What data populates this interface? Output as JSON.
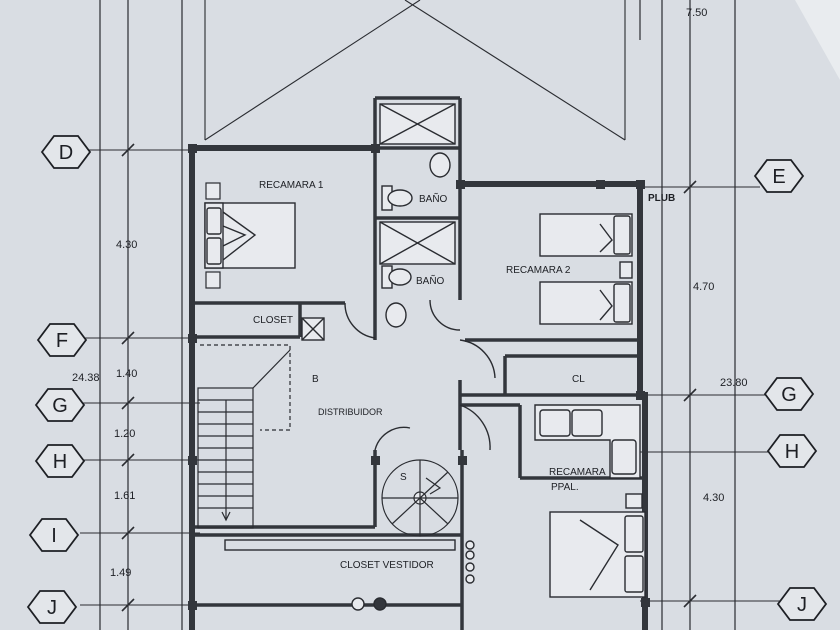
{
  "overall_dims": {
    "top_right": "7.50",
    "left": "24.38",
    "right": "23.80"
  },
  "left_dims": [
    "4.30",
    "1.40",
    "1.20",
    "1.61",
    "1.49"
  ],
  "right_dims": [
    "4.70",
    "4.30"
  ],
  "grid_left": [
    "D",
    "F",
    "G",
    "H",
    "I",
    "J"
  ],
  "grid_right": [
    "E",
    "G",
    "H",
    "J"
  ],
  "rooms": {
    "recamara1": "RECAMARA 1",
    "bano1": "BAÑO",
    "bano2": "BAÑO",
    "recamara2": "RECAMARA 2",
    "closet": "CLOSET",
    "cl": "CL",
    "distribuidor": "DISTRIBUIDOR",
    "recamara_ppal_1": "RECAMARA",
    "recamara_ppal_2": "PPAL.",
    "closet_vestidor": "CLOSET VESTIDOR",
    "plub": "PLUB",
    "stair_b": "B",
    "stair_s": "S"
  },
  "colors": {
    "paper": "#d9dde3",
    "ink": "#1d1f24",
    "wall": "#33363c",
    "fill": "#e8eaee"
  }
}
